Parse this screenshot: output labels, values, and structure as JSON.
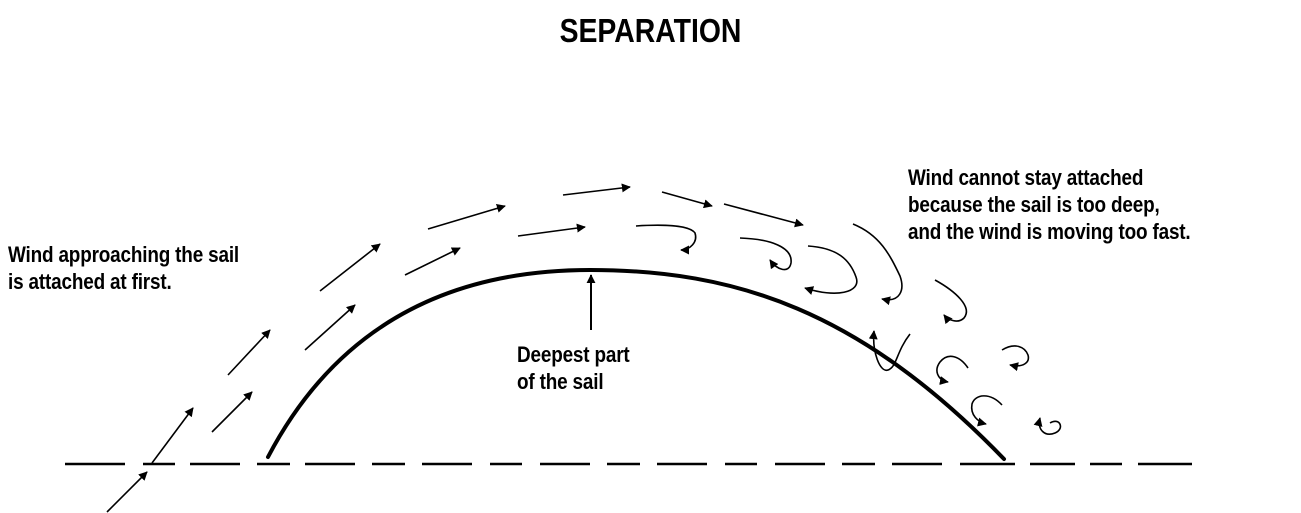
{
  "title": "SEPARATION",
  "labels": {
    "approach": [
      "Wind approaching the sail",
      "is attached at first."
    ],
    "deepest": [
      "Deepest part",
      "of the sail"
    ],
    "separation": [
      "Wind cannot stay attached",
      "because the sail is too deep,",
      "and the wind is moving too fast."
    ]
  },
  "colors": {
    "ink": "#000000",
    "background": "#ffffff"
  }
}
